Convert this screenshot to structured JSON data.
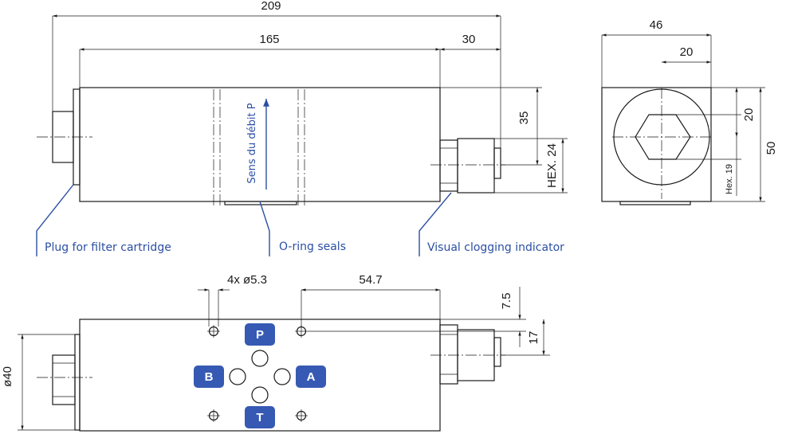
{
  "dimensions": {
    "overall_length": "209",
    "body_length": "165",
    "indicator_length": "30",
    "indicator_offset": "35",
    "indicator_hex": "HEX. 24",
    "side_width": "46",
    "side_offset": "20",
    "side_vertical_offset": "20",
    "side_height": "50",
    "side_hex": "Hex. 19",
    "holes": "4x ø5.3",
    "port_distance": "54.7",
    "bottom_offset_top": "7.5",
    "bottom_offset": "17",
    "diameter": "ø40"
  },
  "callouts": {
    "plug": "Plug for filter cartridge",
    "oring": "O-ring seals",
    "indicator": "Visual clogging indicator"
  },
  "flow_label": "Sens du débit P",
  "ports": {
    "p": "P",
    "b": "B",
    "a": "A",
    "t": "T"
  },
  "colors": {
    "accent": "#2b4fa3",
    "port_fill": "#3659b3"
  }
}
